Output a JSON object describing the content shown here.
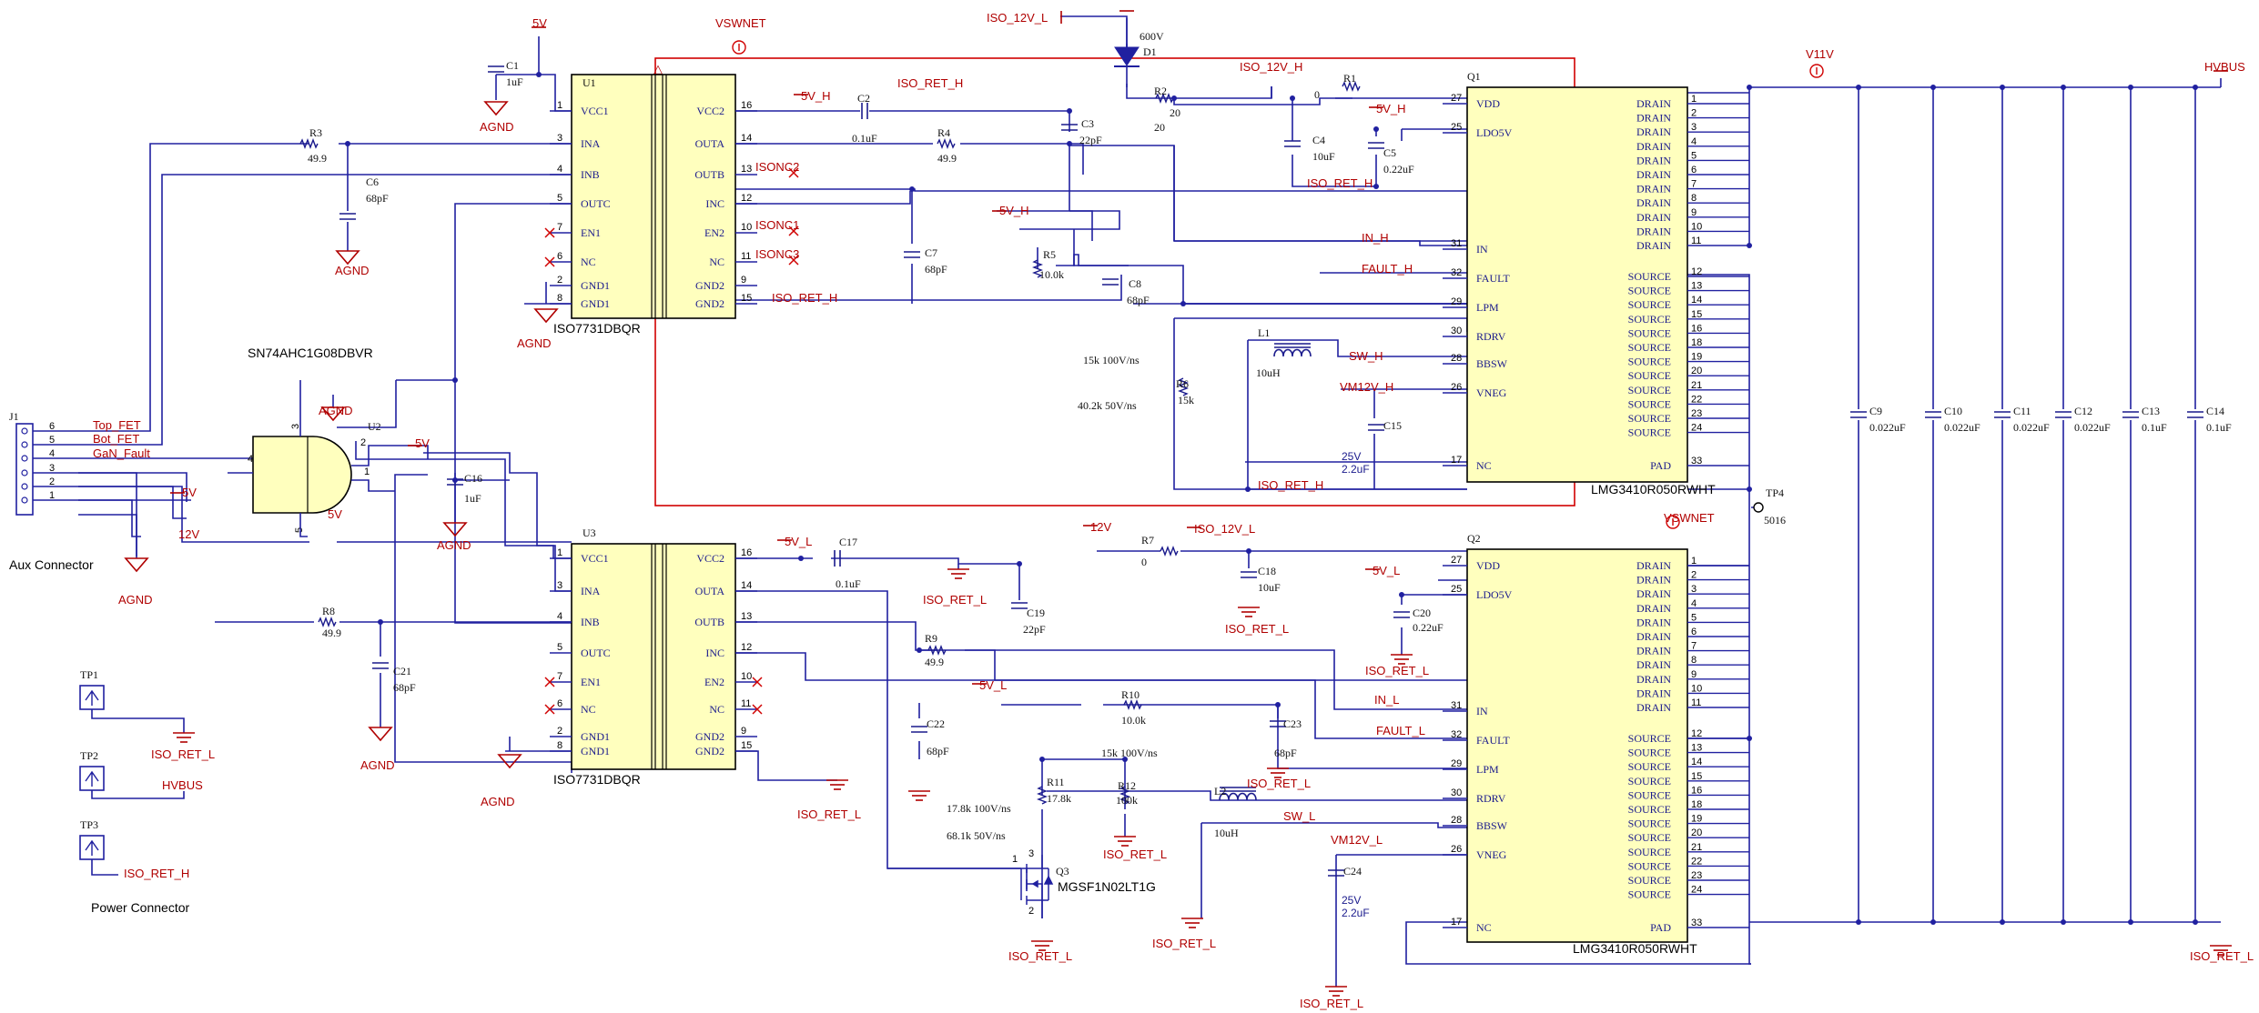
{
  "colors": {
    "wire": "#2020a0",
    "body": "#ffffbe",
    "outline": "#000000",
    "net": "#b00000",
    "frame": "#d00000"
  },
  "labels": {
    "u1_ref": "U1",
    "u1_part": "ISO7731DBQR",
    "u3_ref": "U3",
    "u3_part": "ISO7731DBQR",
    "u2_ref": "U2",
    "u2_part": "SN74AHC1G08DBVR",
    "q1_ref": "Q1",
    "q1_part": "LMG3410R050RWHT",
    "q2_ref": "Q2",
    "q2_part": "LMG3410R050RWHT",
    "q3_ref": "Q3",
    "q3_part": "MGSF1N02LT1G",
    "d1_ref": "D1",
    "d1_val": "600V",
    "j1_ref": "J1",
    "aux": "Aux Connector",
    "power": "Power Connector",
    "tp1": "TP1",
    "tp2": "TP2",
    "tp3": "TP3",
    "tp4": "TP4",
    "tp4_val": "5016"
  },
  "nets": {
    "v5": "5V",
    "agnd": "AGND",
    "v12": "12V",
    "hvbus": "HVBUS",
    "v11v": "V11V",
    "vswnet": "VSWNET",
    "iso12vl": "ISO_12V_L",
    "iso12vh": "ISO_12V_H",
    "iso_ret_h": "ISO_RET_H",
    "iso_ret_l": "ISO_RET_L",
    "v5h": "5V_H",
    "v5l": "5V_L",
    "in_h": "IN_H",
    "in_l": "IN_L",
    "fault_h": "FAULT_H",
    "fault_l": "FAULT_L",
    "sw_h": "SW_H",
    "sw_l": "SW_L",
    "vm12vh": "VM12V_H",
    "vm12vl": "VM12V_L",
    "isonc1": "ISONC1",
    "isonc2": "ISONC2",
    "isonc3": "ISONC3",
    "top_fet": "Top_FET",
    "bot_fet": "Bot_FET",
    "gan_fault": "GaN_Fault"
  },
  "parts": {
    "c1": "C1",
    "c1v": "1uF",
    "c2": "C2",
    "c2v": "0.1uF",
    "c3": "C3",
    "c3v": "22pF",
    "c4": "C4",
    "c4v": "10uF",
    "c5": "C5",
    "c5v": "0.22uF",
    "c6": "C6",
    "c6v": "68pF",
    "c7": "C7",
    "c7v": "68pF",
    "c8": "C8",
    "c8v": "68pF",
    "c15": "C15",
    "c15a": "25V",
    "c15b": "2.2uF",
    "c16": "C16",
    "c16v": "1uF",
    "c17": "C17",
    "c17v": "0.1uF",
    "c18": "C18",
    "c18v": "10uF",
    "c19": "C19",
    "c19v": "22pF",
    "c20": "C20",
    "c20v": "0.22uF",
    "c21": "C21",
    "c21v": "68pF",
    "c22": "C22",
    "c22v": "68pF",
    "c23": "C23",
    "c23v": "68pF",
    "c24": "C24",
    "c24a": "25V",
    "c24b": "2.2uF",
    "c9": "C9",
    "c9v": "0.022uF",
    "c10": "C10",
    "c10v": "0.022uF",
    "c11": "C11",
    "c11v": "0.022uF",
    "c12": "C12",
    "c12v": "0.022uF",
    "c13": "C13",
    "c13v": "0.1uF",
    "c14": "C14",
    "c14v": "0.1uF",
    "r1": "R1",
    "r1v": "0",
    "r2": "R2",
    "r2v": "20",
    "r2v2": "20",
    "r3": "R3",
    "r3v": "49.9",
    "r4": "R4",
    "r4v": "49.9",
    "r5": "R5",
    "r5v": "10.0k",
    "r6": "R6",
    "r6v": "15k",
    "r7": "R7",
    "r7v": "0",
    "r8": "R8",
    "r8v": "49.9",
    "r9": "R9",
    "r9v": "49.9",
    "r10": "R10",
    "r10v": "10.0k",
    "r11": "R11",
    "r11v": "17.8k",
    "r12": "R12",
    "r12v": "100k",
    "l1": "L1",
    "l1v": "10uH",
    "l2": "L2",
    "l2v": "10uH"
  },
  "notes": {
    "n1": "15k 100V/ns",
    "n2": "40.2k 50V/ns",
    "n3": "15k 100V/ns",
    "n4": "17.8k 100V/ns",
    "n5": "68.1k 50V/ns"
  },
  "iso_left": [
    "VCC1",
    "INA",
    "INB",
    "OUTC",
    "EN1",
    "NC",
    "GND1",
    "GND1"
  ],
  "iso_left_pins": [
    "1",
    "3",
    "4",
    "5",
    "7",
    "6",
    "2",
    "8"
  ],
  "iso_right": [
    "VCC2",
    "OUTA",
    "OUTB",
    "INC",
    "EN2",
    "NC",
    "GND2",
    "GND2"
  ],
  "iso_right_pins": [
    "16",
    "14",
    "13",
    "12",
    "10",
    "11",
    "9",
    "15"
  ],
  "lmg_left": [
    "VDD",
    "LDO5V",
    "IN",
    "FAULT",
    "LPM",
    "RDRV",
    "BBSW",
    "VNEG",
    "NC"
  ],
  "lmg_left_pins": [
    "27",
    "25",
    "31",
    "32",
    "29",
    "30",
    "28",
    "26",
    "17"
  ],
  "lmg_drain": "DRAIN",
  "lmg_source": "SOURCE",
  "lmg_pad": "PAD",
  "lmg_pad_pin": "33",
  "drain_pins": [
    "1",
    "2",
    "3",
    "4",
    "5",
    "6",
    "7",
    "8",
    "9",
    "10",
    "11"
  ],
  "source_pins": [
    "12",
    "13",
    "14",
    "15",
    "16",
    "18",
    "19",
    "20",
    "21",
    "22",
    "23",
    "24"
  ],
  "j1_pins": [
    "6",
    "5",
    "4",
    "3",
    "2",
    "1"
  ],
  "u2_pins": {
    "a": "4",
    "b": "2",
    "c": "1",
    "d": "3",
    "e": "5"
  }
}
